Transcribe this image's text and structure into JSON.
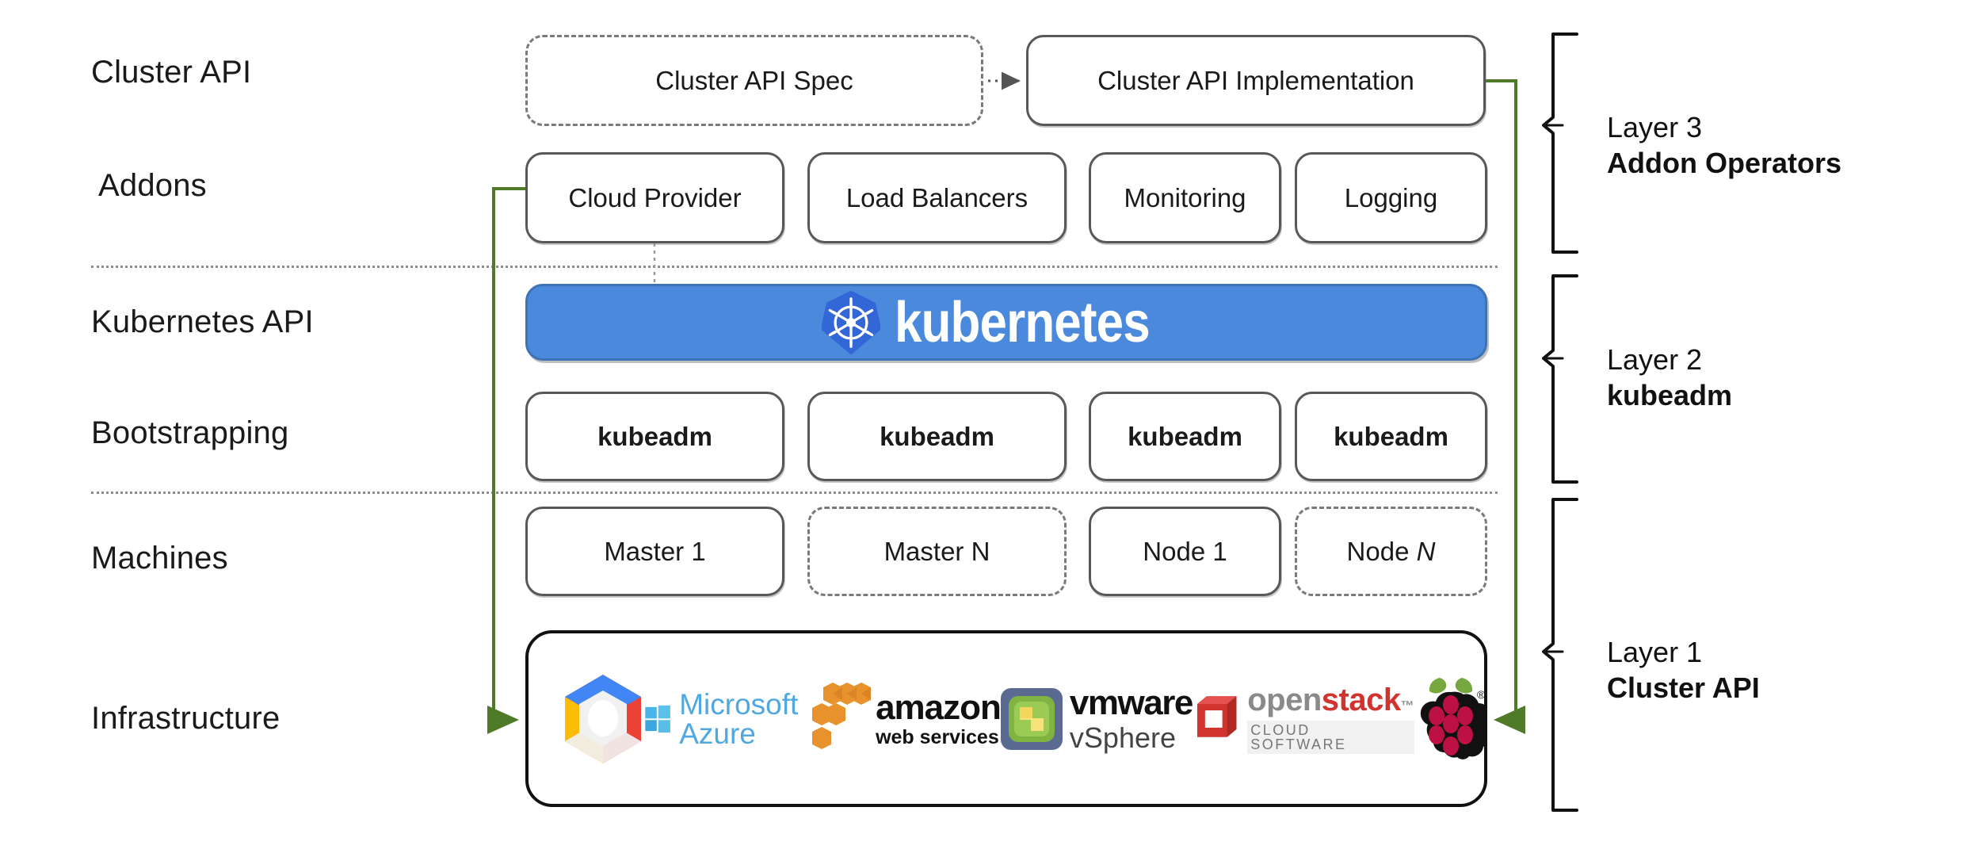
{
  "diagram": {
    "title": "Kubernetes Cluster API layered architecture",
    "accent_green": "#4f7a28",
    "k8s_blue": "#4a89dc",
    "box_border": "#585858"
  },
  "row_labels": [
    {
      "id": "cluster-api",
      "text": "Cluster API"
    },
    {
      "id": "addons",
      "text": "Addons"
    },
    {
      "id": "kubernetes-api",
      "text": "Kubernetes API"
    },
    {
      "id": "bootstrapping",
      "text": "Bootstrapping"
    },
    {
      "id": "machines",
      "text": "Machines"
    },
    {
      "id": "infrastructure",
      "text": "Infrastructure"
    }
  ],
  "cluster_api_row": {
    "spec_box": "Cluster API Spec",
    "implementation_box": "Cluster API Implementation",
    "connector": "dotted-arrow"
  },
  "addons_row": [
    {
      "label": "Cloud Provider"
    },
    {
      "label": "Load Balancers"
    },
    {
      "label": "Monitoring"
    },
    {
      "label": "Logging"
    }
  ],
  "kubernetes_banner": {
    "wordmark": "kubernetes",
    "logo_name": "kubernetes-helm-icon",
    "background": "#4a89dc"
  },
  "bootstrapping_row": [
    {
      "label": "kubeadm"
    },
    {
      "label": "kubeadm"
    },
    {
      "label": "kubeadm"
    },
    {
      "label": "kubeadm"
    }
  ],
  "machines_row": [
    {
      "label": "Master 1",
      "style": "solid"
    },
    {
      "label": "Master N",
      "style": "dashed"
    },
    {
      "label": "Node 1",
      "style": "solid"
    },
    {
      "label": "Node N",
      "style": "dashed",
      "italic_tail": "N"
    }
  ],
  "infrastructure_row": {
    "providers": [
      {
        "name": "google-cloud-platform",
        "label": ""
      },
      {
        "name": "microsoft-azure",
        "label": "Microsoft Azure"
      },
      {
        "name": "amazon-web-services",
        "label": "amazon",
        "sublabel": "web services"
      },
      {
        "name": "vmware-vsphere",
        "label": "vmware",
        "sublabel": "vSphere"
      },
      {
        "name": "openstack",
        "label": "openstack",
        "sublabel": "CLOUD SOFTWARE"
      },
      {
        "name": "raspberry-pi",
        "label": ""
      }
    ]
  },
  "layers": [
    {
      "id": "layer-3",
      "line1": "Layer 3",
      "line2": "Addon Operators"
    },
    {
      "id": "layer-2",
      "line1": "Layer 2",
      "line2": "kubeadm"
    },
    {
      "id": "layer-1",
      "line1": "Layer 1",
      "line2": "Cluster API"
    }
  ]
}
